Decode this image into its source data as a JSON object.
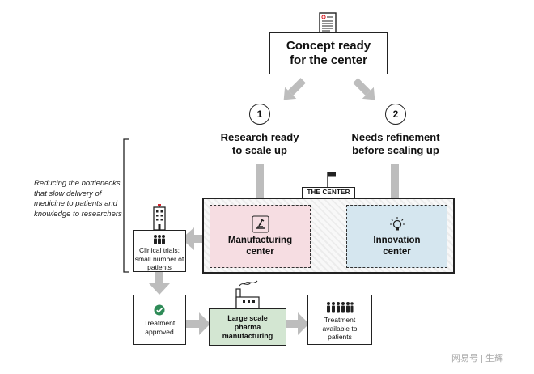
{
  "title": "Concept ready for the center",
  "steps": [
    {
      "number": "1",
      "label": "Research ready to scale up"
    },
    {
      "number": "2",
      "label": "Needs refinement before scaling up"
    }
  ],
  "side_note": "Reducing the bottlenecks that slow delivery of medicine to patients and knowledge to researchers",
  "center_tag": "THE CENTER",
  "manufacturing_center": "Manufacturing center",
  "innovation_center": "Innovation center",
  "clinical_trials": "Clinical trials; small number of patients",
  "treatment_approved": "Treatment approved",
  "large_scale": "Large scale pharma manufacturing",
  "treatment_available": "Treatment available to patients",
  "watermark": "网易号 | 生辉",
  "colors": {
    "arrow": "#bdbdbd",
    "manufacturing_fill": "#f6dde2",
    "innovation_fill": "#d5e6ef",
    "pharma_fill": "#d3e6d2",
    "check_green": "#2e8b57"
  }
}
